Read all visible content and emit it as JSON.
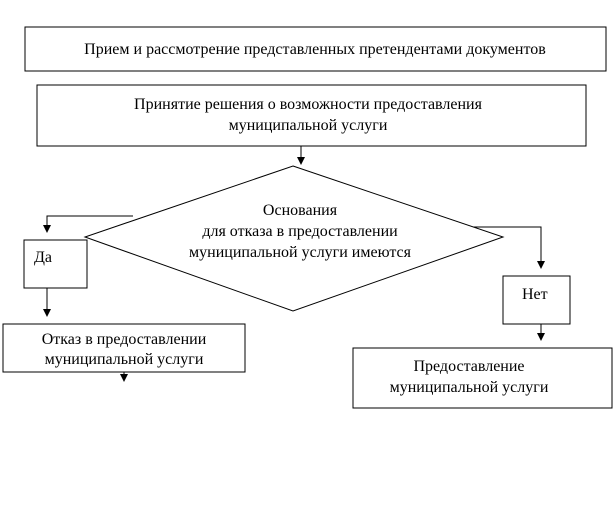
{
  "diagram": {
    "nodes": {
      "receive_docs": "Прием и рассмотрение представленных претендентами документов",
      "decision_line1": "Принятие решения о возможности предоставления",
      "decision_line2": "муниципальной услуги",
      "diamond_line1": "Основания",
      "diamond_line2": "для отказа в предоставлении",
      "diamond_line3": "муниципальной услуги имеются",
      "yes_label": "Да",
      "no_label": "Нет",
      "refusal_line1": "Отказ в предоставлении",
      "refusal_line2": "муниципальной услуги",
      "provision_line1": "Предоставление",
      "provision_line2": "муниципальной услуги"
    }
  }
}
